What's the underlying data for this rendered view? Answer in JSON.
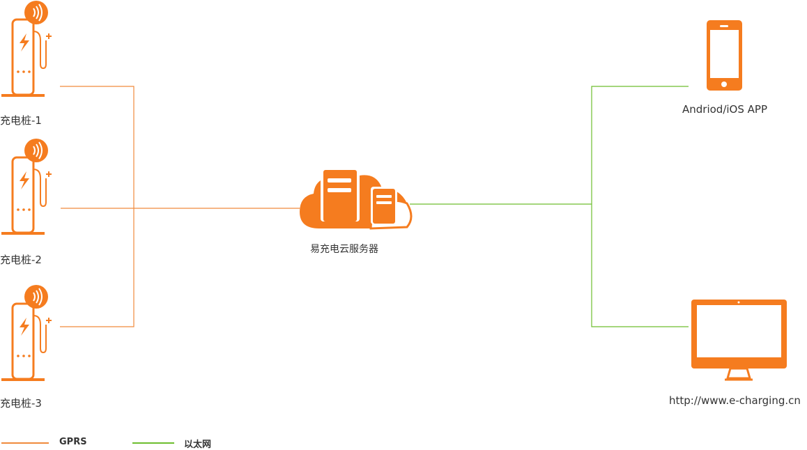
{
  "nodes": {
    "charger1": "充电桩-1",
    "charger2": "充电桩-2",
    "charger3": "充电桩-3",
    "server": "易充电云服务器",
    "app": "Andriod/iOS APP",
    "web": "http://www.e-charging.cn"
  },
  "legend": {
    "gprs": "GPRS",
    "ethernet": "以太网"
  },
  "colors": {
    "accent": "#F57C1F",
    "gprs_line": "#F08A3C",
    "ethernet_line": "#6DBE2E"
  }
}
